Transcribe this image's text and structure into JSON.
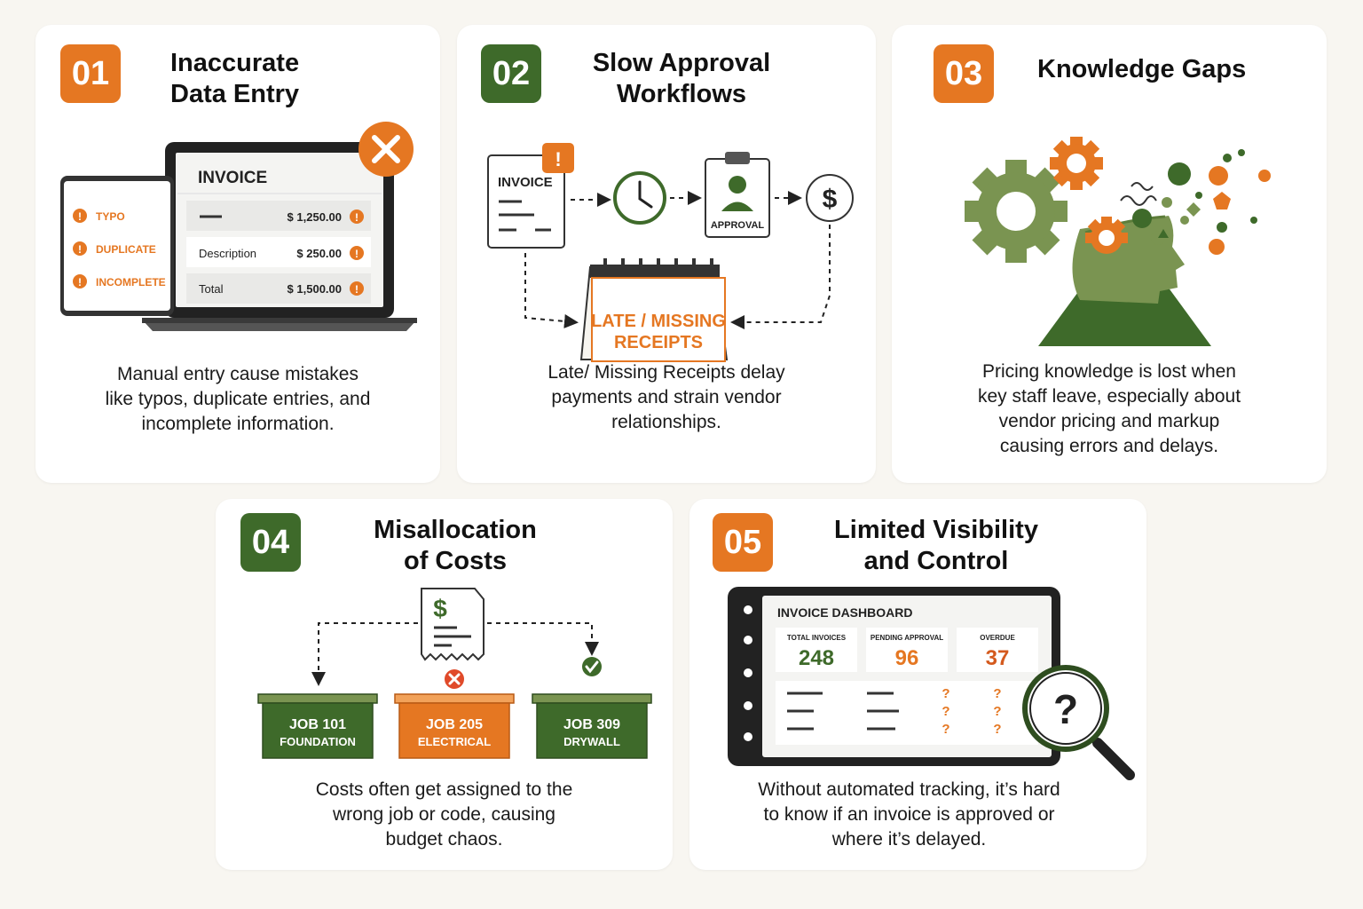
{
  "colors": {
    "orange": "#e57722",
    "green": "#3e6a2a",
    "olive": "#7a9451",
    "background": "#f8f6f1"
  },
  "cards": [
    {
      "number": "01",
      "title_line1": "Inaccurate",
      "title_line2": "Data Entry",
      "description": [
        "Manual entry cause mistakes",
        "like typos, duplicate entries, and",
        "incomplete information."
      ],
      "illustration": {
        "errors": [
          "TYPO",
          "DUPLICATE",
          "INCOMPLETE"
        ],
        "invoice_title": "INVOICE",
        "rows": [
          {
            "label": "",
            "amount": "$ 1,250.00"
          },
          {
            "label": "Description",
            "amount": "$ 250.00"
          },
          {
            "label": "Total",
            "amount": "$ 1,500.00"
          }
        ],
        "icons": [
          "close-icon",
          "alert-icon",
          "laptop-icon",
          "tablet-icon"
        ]
      }
    },
    {
      "number": "02",
      "title_line1": "Slow Approval",
      "title_line2": "Workflows",
      "description": [
        "Late/ Missing Receipts delay",
        "payments and strain vendor",
        "relationships."
      ],
      "illustration": {
        "invoice_label": "INVOICE",
        "approval_label": "APPROVAL",
        "calendar_line1": "LATE / MISSING",
        "calendar_line2": "RECEIPTS",
        "icons": [
          "alert-icon",
          "clock-icon",
          "clipboard-user-icon",
          "dollar-icon",
          "calendar-icon"
        ]
      }
    },
    {
      "number": "03",
      "title_line1": "Knowledge Gaps",
      "description": [
        "Pricing knowledge is lost when",
        "key staff leave, especially about",
        "vendor pricing and markup",
        "causing errors and delays."
      ],
      "illustration": {
        "icons": [
          "head-silhouette-icon",
          "gear-icon"
        ]
      }
    },
    {
      "number": "04",
      "title_line1": "Misallocation",
      "title_line2": "of Costs",
      "description": [
        "Costs often get assigned to the",
        "wrong job or code, causing",
        "budget chaos."
      ],
      "illustration": {
        "jobs": [
          {
            "code": "JOB 101",
            "name": "FOUNDATION",
            "status": "default"
          },
          {
            "code": "JOB 205",
            "name": "ELECTRICAL",
            "status": "wrong"
          },
          {
            "code": "JOB 309",
            "name": "DRYWALL",
            "status": "correct"
          }
        ],
        "receipt_symbol": "$",
        "icons": [
          "receipt-icon",
          "x-circle-icon",
          "check-circle-icon"
        ]
      }
    },
    {
      "number": "05",
      "title_line1": "Limited Visibility",
      "title_line2": "and Control",
      "description": [
        "Without automated tracking, it’s hard",
        "to know if an invoice is approved or",
        "where it’s delayed."
      ],
      "illustration": {
        "dashboard_title": "INVOICE DASHBOARD",
        "stats": [
          {
            "label": "TOTAL INVOICES",
            "value": "248",
            "color": "#3e6a2a"
          },
          {
            "label": "PENDING APPROVAL",
            "value": "96",
            "color": "#e57722"
          },
          {
            "label": "OVERDUE",
            "value": "37",
            "color": "#d45a1e"
          }
        ],
        "unknown_symbol": "?",
        "icons": [
          "magnifier-question-icon",
          "sidebar-user-icon"
        ]
      }
    }
  ]
}
